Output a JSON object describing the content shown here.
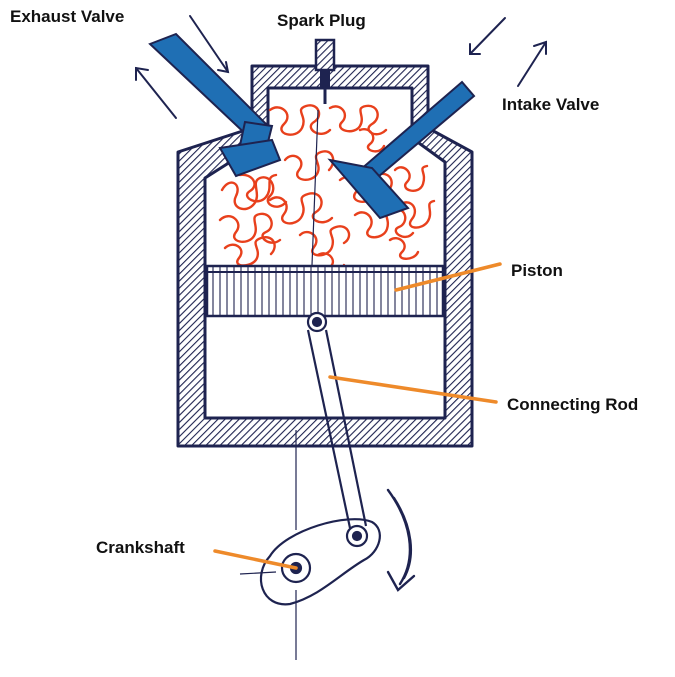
{
  "labels": {
    "exhaust_valve": "Exhaust Valve",
    "spark_plug": "Spark Plug",
    "intake_valve": "Intake Valve",
    "piston": "Piston",
    "connecting_rod": "Connecting Rod",
    "crankshaft": "Crankshaft"
  },
  "colors": {
    "ink": "#1e2350",
    "valve_blue": "#1f6fb4",
    "combustion_red": "#e8401c",
    "leader_orange": "#ee8a2a",
    "label_text": "#111111",
    "background": "#ffffff"
  }
}
